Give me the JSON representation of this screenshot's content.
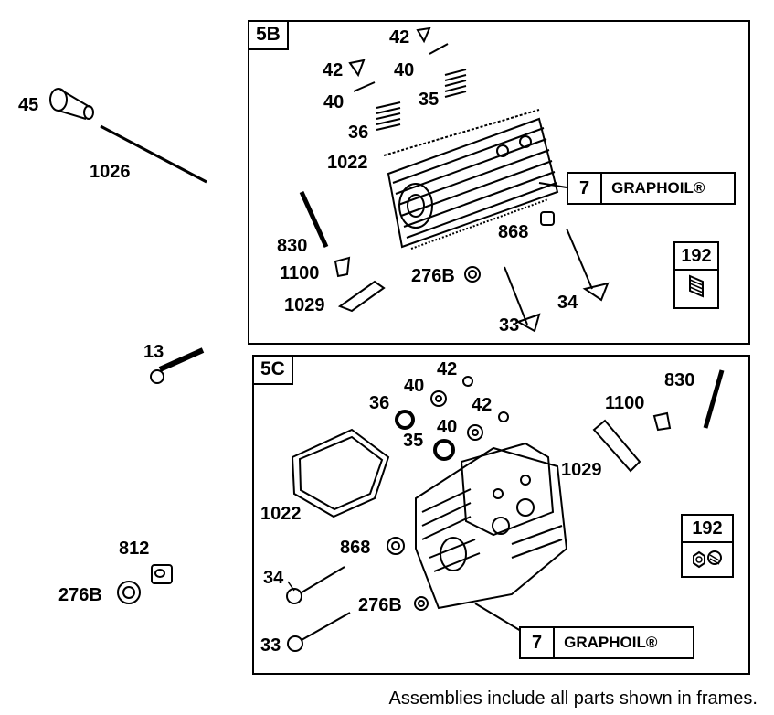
{
  "frames": {
    "b": {
      "tag": "5B"
    },
    "c": {
      "tag": "5C"
    }
  },
  "outside": {
    "p45": "45",
    "p1026": "1026",
    "p13": "13",
    "p812": "812",
    "p276b": "276B"
  },
  "frame_b": {
    "p42a": "42",
    "p42b": "42",
    "p40a": "40",
    "p40b": "40",
    "p35": "35",
    "p36": "36",
    "p1022": "1022",
    "p830": "830",
    "p1100": "1100",
    "p1029": "1029",
    "p276b": "276B",
    "p868": "868",
    "p33": "33",
    "p34": "34",
    "callout": {
      "num": "7",
      "text": "GRAPHOIL®"
    },
    "kit": "192"
  },
  "frame_c": {
    "p42a": "42",
    "p42b": "42",
    "p40a": "40",
    "p40b": "40",
    "p36": "36",
    "p35": "35",
    "p1022": "1022",
    "p830": "830",
    "p1100": "1100",
    "p1029": "1029",
    "p868": "868",
    "p34": "34",
    "p276b": "276B",
    "p33": "33",
    "callout": {
      "num": "7",
      "text": "GRAPHOIL®"
    },
    "kit": "192"
  },
  "footnote": "Assemblies include all parts shown in frames."
}
